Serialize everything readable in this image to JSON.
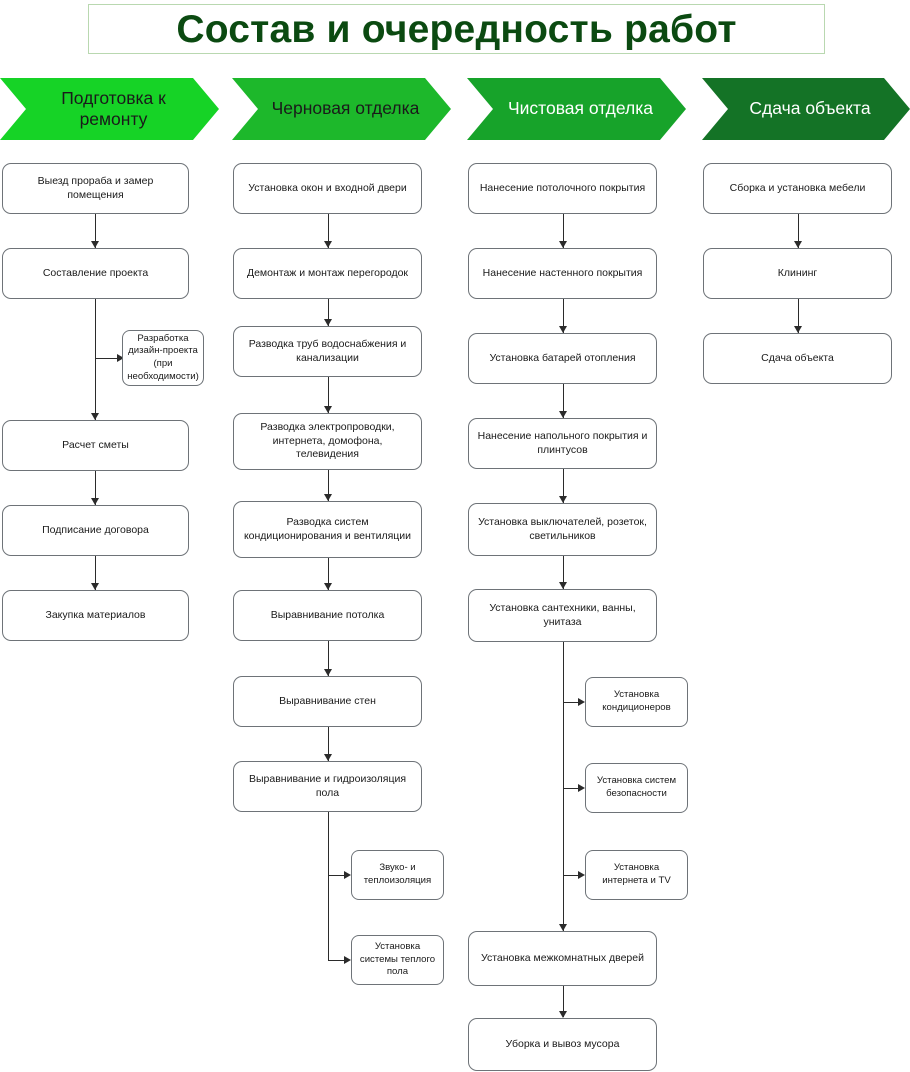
{
  "title": {
    "text": "Состав и очередность работ",
    "color": "#0b4a11",
    "border_color": "#b9d8b0"
  },
  "diagram": {
    "type": "flowchart",
    "orientation": "four-column-phases",
    "box_fill": "#ffffff",
    "box_border": "#6e7378",
    "connector_color": "#2b2b2b"
  },
  "phases": [
    {
      "id": "prep",
      "label": "Подготовка к ремонту",
      "color": "#16d326",
      "text_color": "#1a1a1a",
      "steps": [
        {
          "label": "Выезд прораба и замер помещения",
          "branch": false
        },
        {
          "label": "Составление проекта",
          "branch": false
        },
        {
          "label": "Разработка дизайн-проекта (при необходимости)",
          "branch": true
        },
        {
          "label": "Расчет сметы",
          "branch": false
        },
        {
          "label": "Подписание договора",
          "branch": false
        },
        {
          "label": "Закупка материалов",
          "branch": false
        }
      ]
    },
    {
      "id": "rough",
      "label": "Черновая отделка",
      "color": "#1db82b",
      "text_color": "#1a1a1a",
      "steps": [
        {
          "label": "Установка окон и входной двери",
          "branch": false
        },
        {
          "label": "Демонтаж и монтаж перегородок",
          "branch": false
        },
        {
          "label": "Разводка труб водоснабжения и канализации",
          "branch": false
        },
        {
          "label": "Разводка электропроводки, интернета, домофона, телевидения",
          "branch": false
        },
        {
          "label": "Разводка систем кондиционирования и вентиляции",
          "branch": false
        },
        {
          "label": "Выравнивание потолка",
          "branch": false
        },
        {
          "label": "Выравнивание стен",
          "branch": false
        },
        {
          "label": "Выравнивание и гидроизоляция пола",
          "branch": false
        },
        {
          "label": "Звуко- и теплоизоляция",
          "branch": true
        },
        {
          "label": "Установка системы теплого пола",
          "branch": true
        }
      ]
    },
    {
      "id": "finish",
      "label": "Чистовая отделка",
      "color": "#17a32a",
      "text_color": "#ffffff",
      "steps": [
        {
          "label": "Нанесение потолочного покрытия",
          "branch": false
        },
        {
          "label": "Нанесение настенного покрытия",
          "branch": false
        },
        {
          "label": "Установка батарей отопления",
          "branch": false
        },
        {
          "label": "Нанесение напольного покрытия и плинтусов",
          "branch": false
        },
        {
          "label": "Установка выключателей, розеток, светильников",
          "branch": false
        },
        {
          "label": "Установка сантехники, ванны, унитаза",
          "branch": false
        },
        {
          "label": "Установка кондиционеров",
          "branch": true
        },
        {
          "label": "Установка систем безопасности",
          "branch": true
        },
        {
          "label": "Установка интернета и TV",
          "branch": true
        },
        {
          "label": "Установка межкомнатных дверей",
          "branch": false
        },
        {
          "label": "Уборка и вывоз мусора",
          "branch": false
        }
      ]
    },
    {
      "id": "handover",
      "label": "Сдача объекта",
      "color": "#147326",
      "text_color": "#ffffff",
      "steps": [
        {
          "label": "Сборка и установка мебели",
          "branch": false
        },
        {
          "label": "Клининг",
          "branch": false
        },
        {
          "label": "Сдача объекта",
          "branch": false
        }
      ]
    }
  ]
}
